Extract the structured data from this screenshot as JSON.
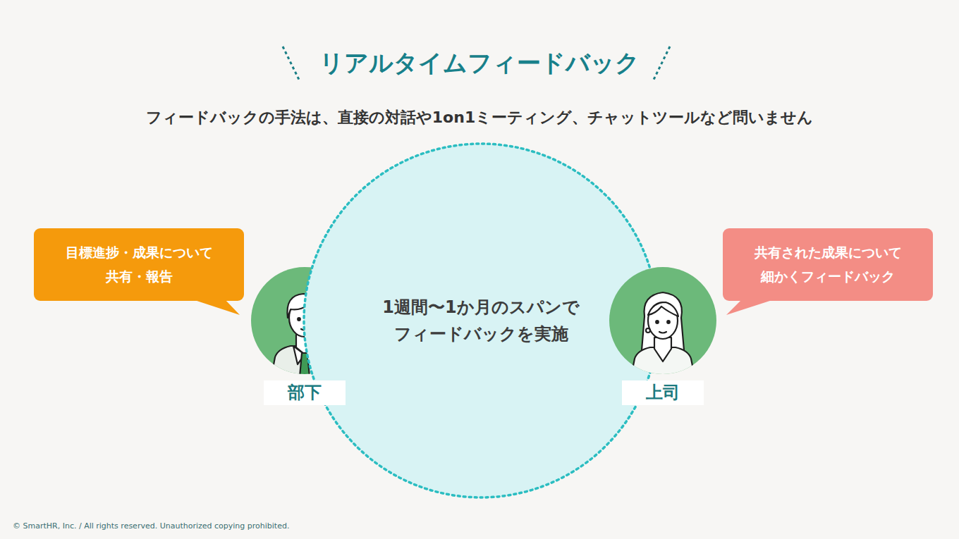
{
  "diagram": {
    "title": "リアルタイムフィードバック",
    "nodes": [
      {
        "text": [
          "目標進捗・成果について 共有・報告"
        ]
      },
      {
        "text": [
          "部下"
        ]
      },
      {
        "text": [
          "1週間〜1か月のスパンで フィードバックを実施"
        ]
      },
      {
        "text": [
          "上司"
        ]
      },
      {
        "text": [
          "共有された成果について 細かくフィードバック"
        ]
      }
    ],
    "labels": [
      "フィードバックの手法は、直接の対話や1on1ミーティング、チャットツールなど問いません",
      "© SmartHR, Inc. / All rights reserved. Unauthorized copying prohibited."
    ]
  }
}
